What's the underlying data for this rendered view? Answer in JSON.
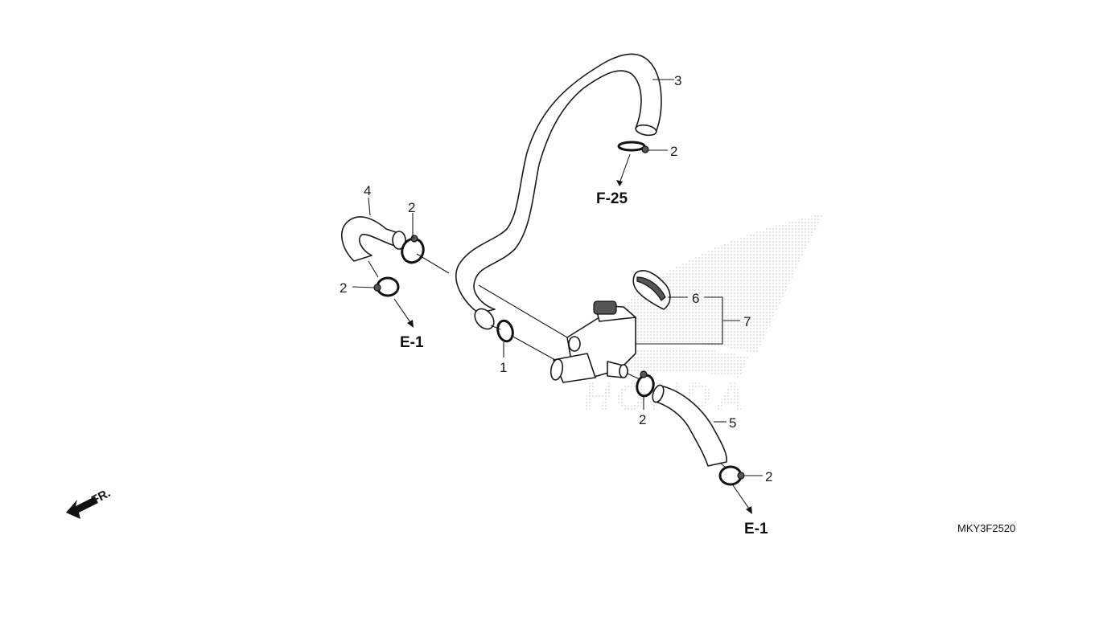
{
  "callouts": {
    "c1": "1",
    "c2a": "2",
    "c2b": "2",
    "c2c": "2",
    "c2d": "2",
    "c2e": "2",
    "c3": "3",
    "c4": "4",
    "c5": "5",
    "c6": "6",
    "c7": "7"
  },
  "references": {
    "f25": "F-25",
    "e1_left": "E-1",
    "e1_right": "E-1"
  },
  "front_indicator": "FR.",
  "drawing_code": "MKY3F2520",
  "watermark_text": "HONDA",
  "colors": {
    "line": "#1a1a1a",
    "background": "#ffffff",
    "watermark": "#c8c8c8"
  }
}
